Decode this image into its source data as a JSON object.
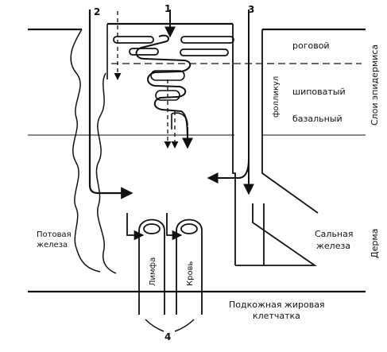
{
  "diagram": {
    "markers": {
      "m1": "1",
      "m2": "2",
      "m3": "3",
      "m4": "4"
    },
    "labels": {
      "horny": "роговой",
      "spinous": "шиповатый",
      "basal": "базальный",
      "epidermis_layers": "Слои эпидермиса",
      "follicle": "фолликул",
      "sweat_gland_line1": "Потовая",
      "sweat_gland_line2": "железа",
      "sebaceous_line1": "Сальная",
      "sebaceous_line2": "железа",
      "dermis": "Дерма",
      "lymph": "Лимфа",
      "blood": "Кровь",
      "subcutaneous_line1": "Подкожная жировая",
      "subcutaneous_line2": "клетчатка"
    }
  }
}
